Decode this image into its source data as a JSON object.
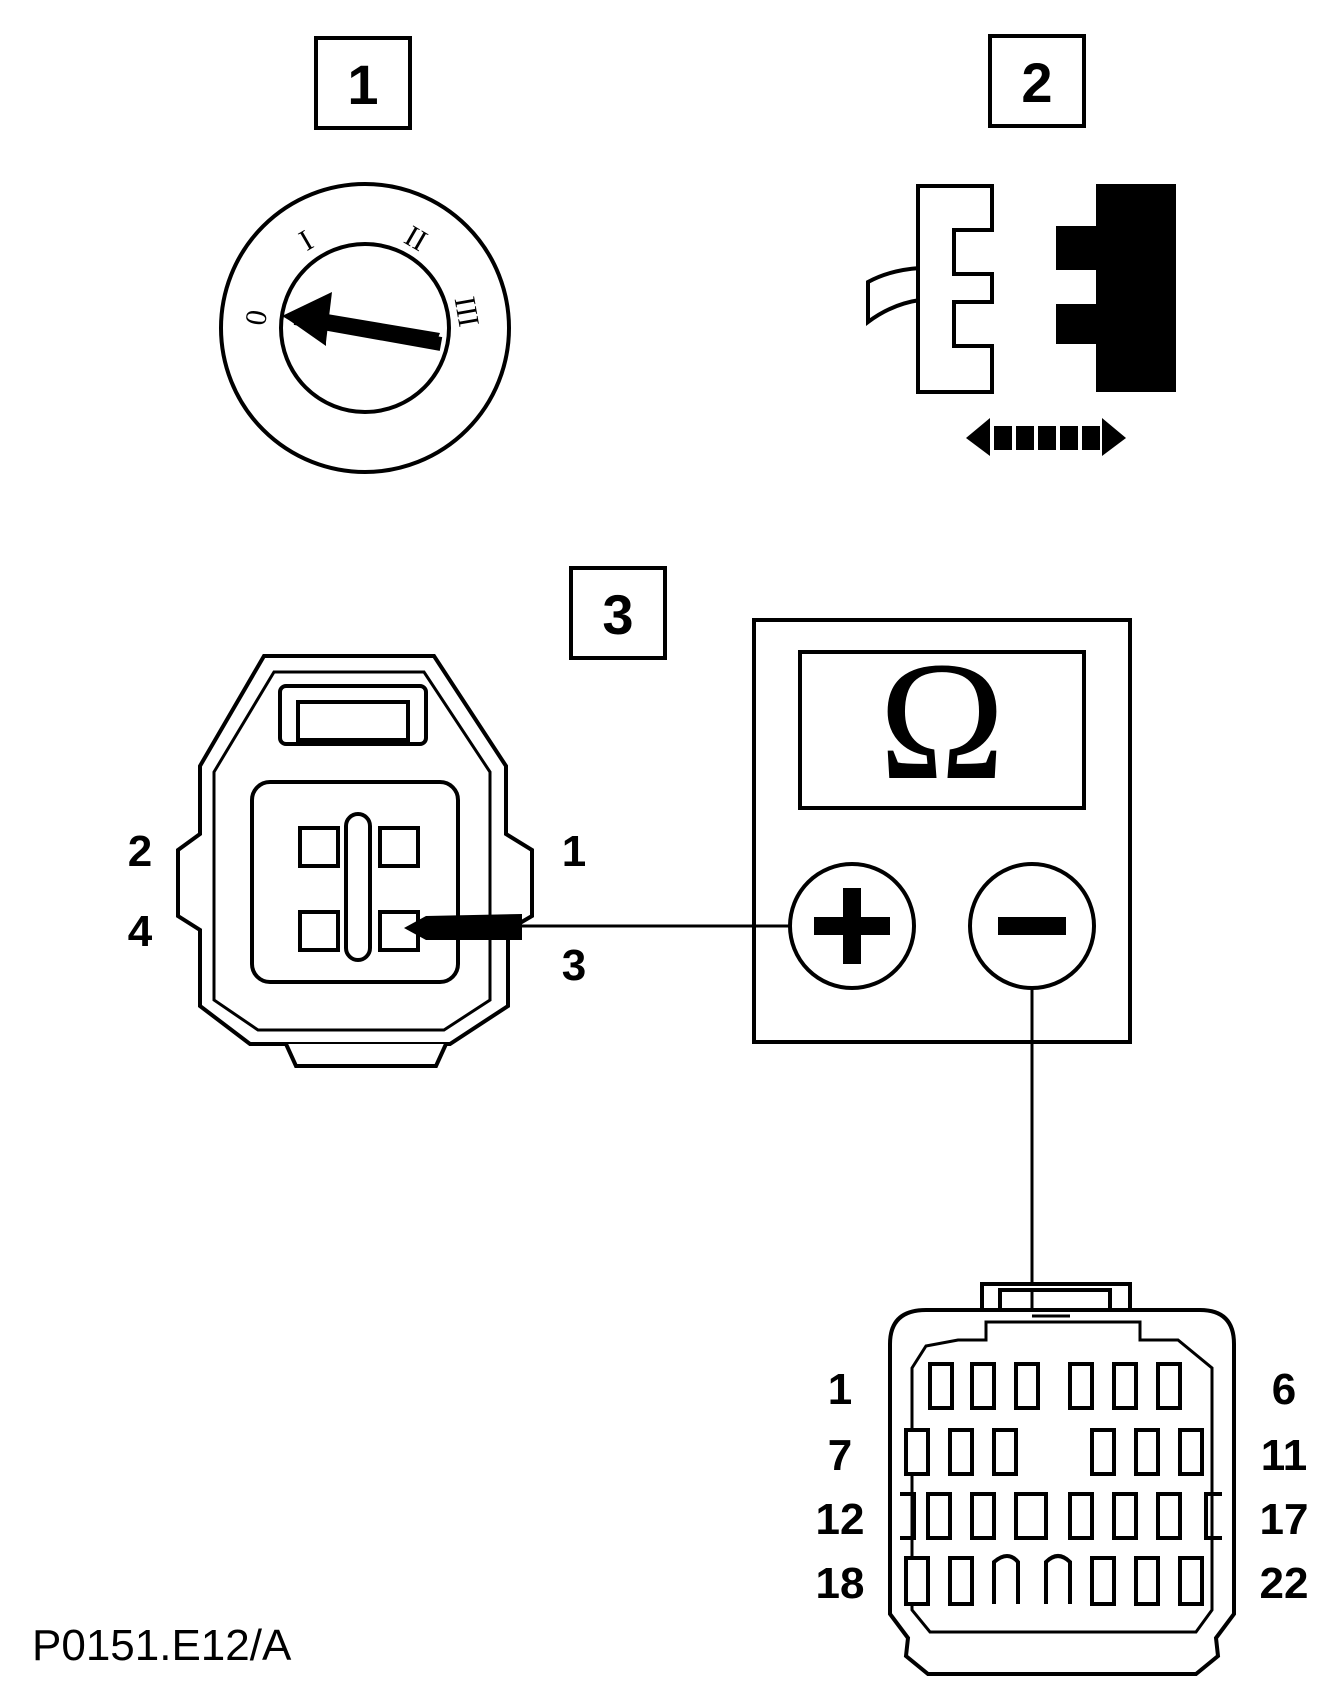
{
  "steps": {
    "step1": "1",
    "step2": "2",
    "step3": "3"
  },
  "ignition": {
    "pos0": "0",
    "pos1": "I",
    "pos2": "II",
    "pos3": "III"
  },
  "meter": {
    "symbol": "Ω",
    "plus": "+",
    "minus": "−"
  },
  "sensor_connector": {
    "pin1": "1",
    "pin2": "2",
    "pin3": "3",
    "pin4": "4"
  },
  "module_connector": {
    "row1_left": "1",
    "row1_right": "6",
    "row2_left": "7",
    "row2_right": "11",
    "row3_left": "12",
    "row3_right": "17",
    "row4_left": "18",
    "row4_right": "22"
  },
  "reference": "P0151.E12/A"
}
